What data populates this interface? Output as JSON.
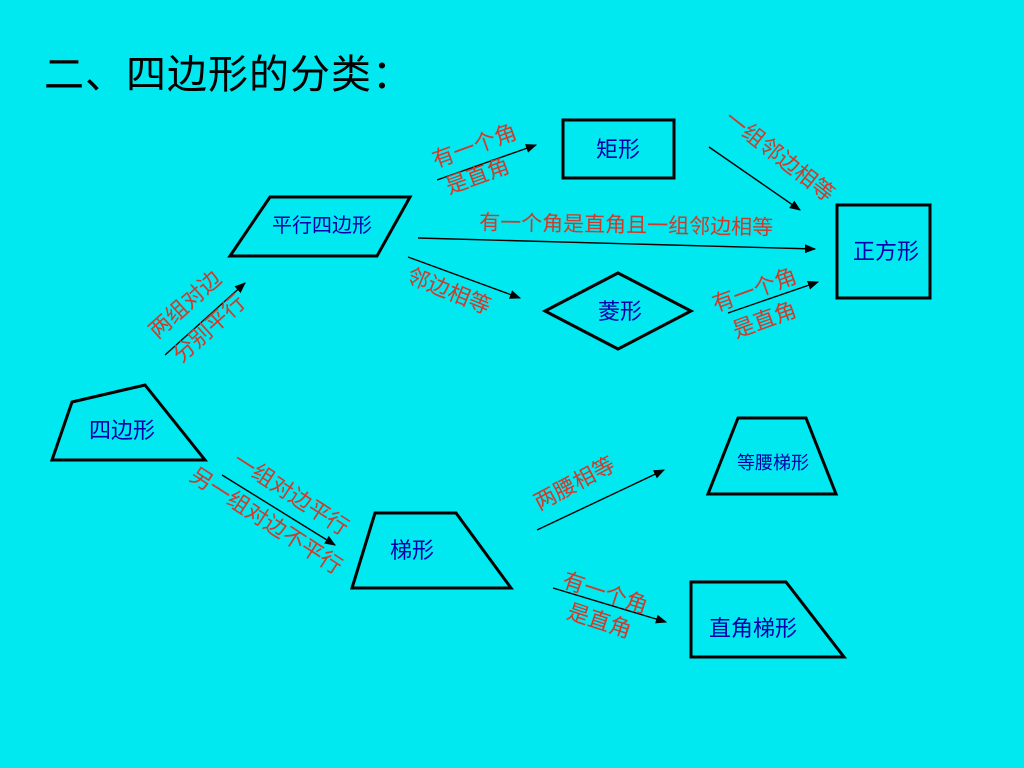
{
  "title": "二、四边形的分类：",
  "nodes": {
    "quadrilateral": "四边形",
    "parallelogram": "平行四边形",
    "rectangle": "矩形",
    "rhombus": "菱形",
    "square": "正方形",
    "trapezoid": "梯形",
    "isosceles_trapezoid": "等腰梯形",
    "right_trapezoid": "直角梯形"
  },
  "conditions": {
    "quad_to_para_line1": "两组对边",
    "quad_to_para_line2": "分别平行",
    "para_to_rect_line1": "有一个角",
    "para_to_rect_line2": "是直角",
    "rect_to_square": "一组邻边相等",
    "para_to_square": "有一个角是直角且一组邻边相等",
    "para_to_rhombus": "邻边相等",
    "rhombus_to_square_line1": "有一个角",
    "rhombus_to_square_line2": "是直角",
    "quad_to_trap_line1": "一组对边平行",
    "quad_to_trap_line2": "另一组对边不平行",
    "trap_to_iso": "两腰相等",
    "trap_to_right_line1": "有一个角",
    "trap_to_right_line2": "是直角"
  },
  "colors": {
    "background": "#00e8f0",
    "node_text": "#0000aa",
    "condition_text": "#d03a2a"
  }
}
